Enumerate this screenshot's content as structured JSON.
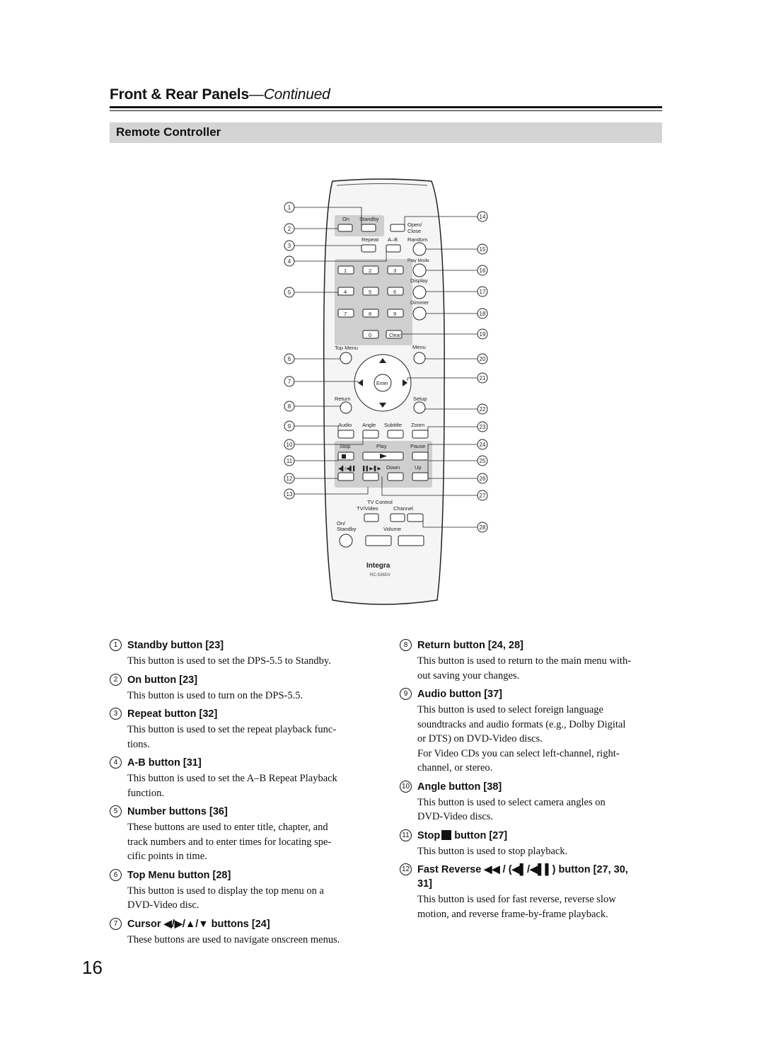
{
  "header": {
    "title": "Front & Rear Panels",
    "continued": "—Continued"
  },
  "section": {
    "title": "Remote Controller"
  },
  "remote": {
    "brand": "Integra",
    "model": "RC-536DV",
    "labels": {
      "on": "On",
      "standby": "Standby",
      "open_close": "Open/\nClose",
      "repeat": "Repeat",
      "ab": "A–B",
      "random": "Random",
      "play_mode": "Play Mode",
      "display": "Display",
      "dimmer": "Dimmer",
      "clear": "Clear",
      "top_menu": "Top Menu",
      "menu": "Menu",
      "enter": "Enter",
      "return": "Return",
      "setup": "Setup",
      "audio": "Audio",
      "angle": "Angle",
      "subtitle": "Subtitle",
      "zoom": "Zoom",
      "stop": "Stop",
      "play": "Play",
      "pause": "Pause",
      "down": "Down",
      "up": "Up",
      "tv_control": "TV Control",
      "tv_video": "TV/Video",
      "channel": "Channel",
      "on_standby_1": "On/",
      "on_standby_2": "Standby",
      "volume": "Volume"
    },
    "digits": [
      "1",
      "2",
      "3",
      "4",
      "5",
      "6",
      "7",
      "8",
      "9",
      "0"
    ],
    "callouts_left": [
      "1",
      "2",
      "3",
      "4",
      "5",
      "6",
      "7",
      "8",
      "9",
      "10",
      "11",
      "12",
      "13"
    ],
    "callouts_right": [
      "14",
      "15",
      "16",
      "17",
      "18",
      "19",
      "20",
      "21",
      "22",
      "23",
      "24",
      "25",
      "26",
      "27",
      "28"
    ]
  },
  "entries_left": [
    {
      "num": "1",
      "title": "Standby button [23]",
      "desc": "This button is used to set the DPS-5.5 to Standby."
    },
    {
      "num": "2",
      "title": "On button [23]",
      "desc": "This button is used to turn on the DPS-5.5."
    },
    {
      "num": "3",
      "title": "Repeat button [32]",
      "desc": "This button is used to set the repeat playback func-\ntions."
    },
    {
      "num": "4",
      "title": "A-B button [31]",
      "desc": "This button is used to set the A–B Repeat Playback\nfunction."
    },
    {
      "num": "5",
      "title": "Number buttons [36]",
      "desc": "These buttons are used to enter title, chapter, and\ntrack numbers and to enter times for locating spe-\ncific points in time."
    },
    {
      "num": "6",
      "title": "Top Menu button [28]",
      "desc": "This button is used to display the top menu on a\nDVD-Video disc."
    },
    {
      "num": "7",
      "title": "Cursor ◀/▶/▲/▼ buttons [24]",
      "desc": "These buttons are used to navigate onscreen menus."
    }
  ],
  "entries_right": [
    {
      "num": "8",
      "title": "Return button [24, 28]",
      "desc": "This button is used to return to the main menu with-\nout saving your changes."
    },
    {
      "num": "9",
      "title": "Audio button [37]",
      "desc": "This button is used to select foreign language\nsoundtracks and audio formats (e.g., Dolby Digital\nor DTS) on DVD-Video discs.\nFor Video CDs you can select left-channel, right-\nchannel, or stereo."
    },
    {
      "num": "10",
      "title": "Angle button [38]",
      "desc": "This button is used to select camera angles on\nDVD-Video discs."
    },
    {
      "num": "11",
      "title_pre": "Stop",
      "title_post": "button [27]",
      "desc": "This button is used to stop playback."
    },
    {
      "num": "12",
      "title": "Fast Reverse ◀◀ / (◀▌/◀▌▌) button [27, 30,\n31]",
      "desc": "This button is used for fast reverse, reverse slow\nmotion, and reverse frame-by-frame playback."
    }
  ],
  "page_number": "16"
}
